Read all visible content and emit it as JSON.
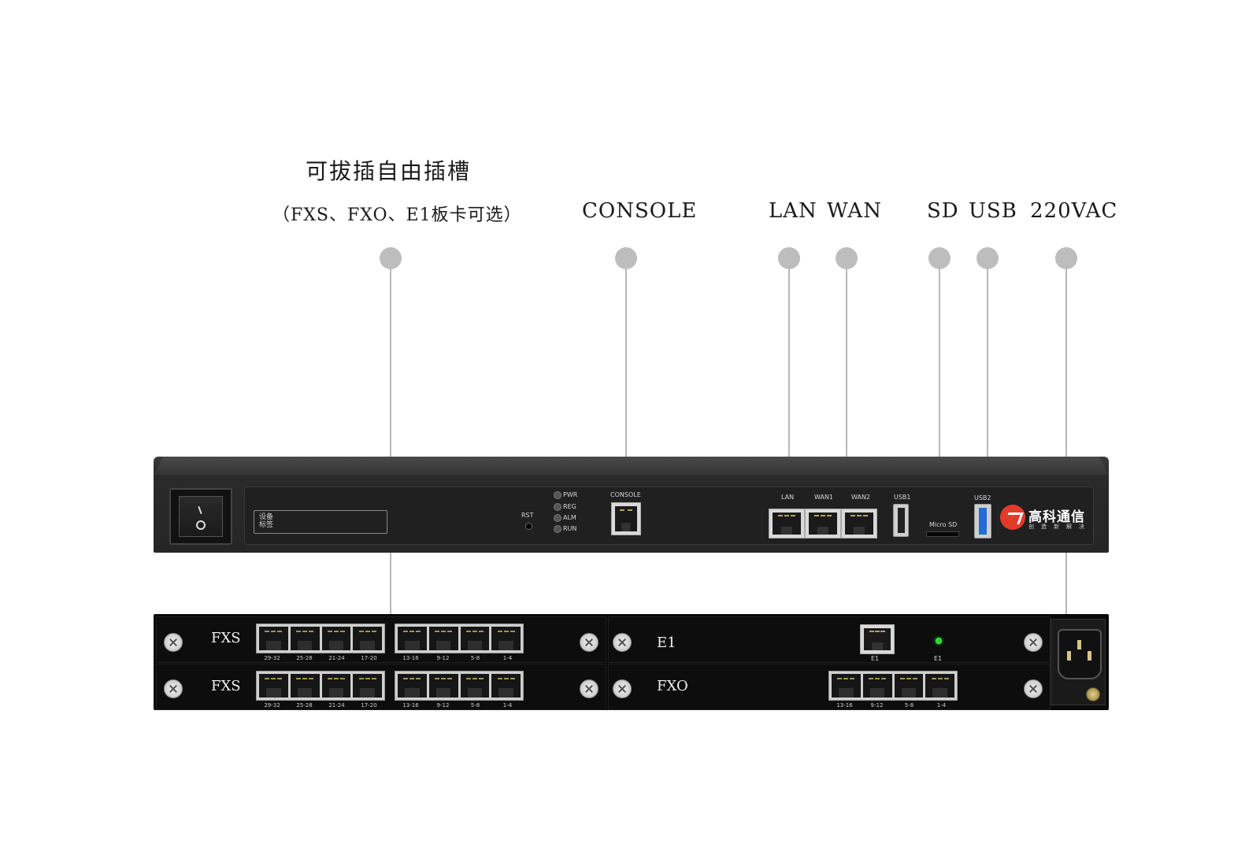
{
  "callouts": {
    "slot_title": "可拔插自由插槽",
    "slot_subtitle": "（FXS、FXO、E1板卡可选）",
    "console": "CONSOLE",
    "lan": "LAN",
    "wan": "WAN",
    "sd": "SD",
    "usb": "USB",
    "power": "220VAC"
  },
  "front_panel": {
    "device_label": "设备\n标签",
    "rst": "RST",
    "leds": [
      "PWR",
      "REG",
      "ALM",
      "RUN"
    ],
    "console_port": "CONSOLE",
    "lan_port": "LAN",
    "wan1_port": "WAN1",
    "wan2_port": "WAN2",
    "usb1": "USB1",
    "usb2": "USB2",
    "micro_sd": "Micro SD",
    "brand_name": "高科通信",
    "brand_slogan": "创造新解决"
  },
  "rear_panel": {
    "slot_top_left": "FXS",
    "slot_bottom_left": "FXS",
    "slot_top_right": "E1",
    "slot_bottom_right": "FXO",
    "fxs_group_a_labels": [
      "29-32",
      "25-28",
      "21-24",
      "17-20"
    ],
    "fxs_group_b_labels": [
      "13-16",
      "9-12",
      "5-8",
      "1-4"
    ],
    "e1_port_label": "E1",
    "e1_led_label": "E1",
    "fxo_labels": [
      "13-16",
      "9-12",
      "5-8",
      "1-4"
    ]
  },
  "colors": {
    "leader": "#bdbdbd",
    "chassis": "#262626",
    "brand_red": "#e23b2a",
    "usb3_blue": "#1e6fd9",
    "led_green": "#2ecc40"
  }
}
